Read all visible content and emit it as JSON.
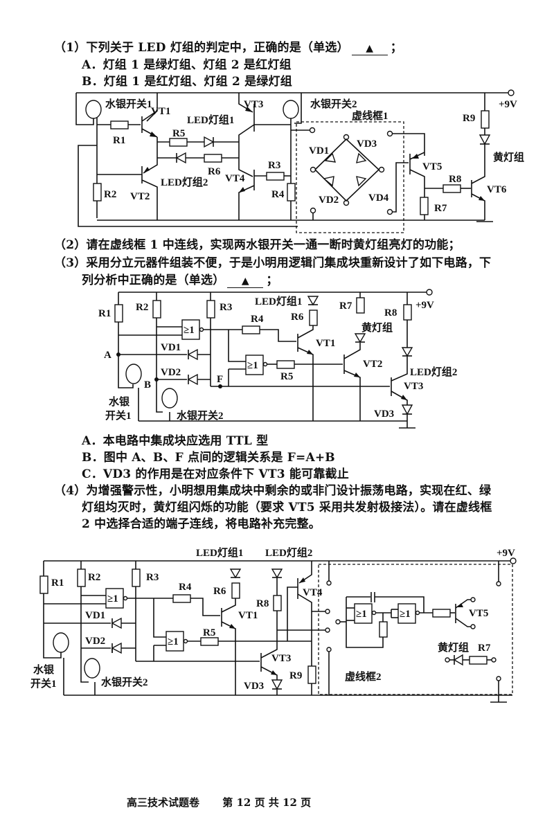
{
  "q1": {
    "stem": "（1）下列关于 LED 灯组的判定中，正确的是（单选）",
    "answer_mark": "▲",
    "end": "；",
    "options": [
      "A．灯组 1 是绿灯组、灯组 2 是红灯组",
      "B．灯组 1 是红灯组、灯组 2 是绿灯组"
    ]
  },
  "circuit1": {
    "labels": {
      "switch1": "水银开关1",
      "switch2": "水银开关2",
      "dashbox": "虚线框1",
      "vcc": "+9V",
      "led1": "LED灯组1",
      "led2": "LED灯组2",
      "yellow": "黄灯组",
      "R1": "R1",
      "R2": "R2",
      "R3": "R3",
      "R4": "R4",
      "R5": "R5",
      "R6": "R6",
      "R7": "R7",
      "R8": "R8",
      "R9": "R9",
      "VT1": "VT1",
      "VT2": "VT2",
      "VT3": "VT3",
      "VT4": "VT4",
      "VT5": "VT5",
      "VT6": "VT6",
      "VD1": "VD1",
      "VD2": "VD2",
      "VD3": "VD3",
      "VD4": "VD4"
    }
  },
  "q2": {
    "text": "（2）请在虚线框 1 中连线，实现两水银开关一通一断时黄灯组亮灯的功能；"
  },
  "q3": {
    "stem_line1": "（3）采用分立元器件组装不便，于是小明用逻辑门集成块重新设计了如下电路，下",
    "stem_line2": "列分析中正确的是（单选）",
    "answer_mark": "▲",
    "end": "；",
    "options": [
      "A．本电路中集成块应选用 TTL 型",
      "B．图中 A、B、F 点间的逻辑关系是 F=A+B",
      "C．VD3 的作用是在对应条件下 VT3 能可靠截止"
    ]
  },
  "circuit2": {
    "labels": {
      "R1": "R1",
      "R2": "R2",
      "R3": "R3",
      "R4": "R4",
      "R5": "R5",
      "R6": "R6",
      "R7": "R7",
      "R8": "R8",
      "gate": "≥1",
      "VD1": "VD1",
      "VD2": "VD2",
      "VD3": "VD3",
      "VT1": "VT1",
      "VT2": "VT2",
      "VT3": "VT3",
      "A": "A",
      "B": "B",
      "F": "F",
      "led1": "LED灯组1",
      "led2": "LED灯组2",
      "yellow": "黄灯组",
      "vcc": "+9V",
      "switch1_a": "水银",
      "switch1_b": "开关1",
      "switch2": "水银开关2"
    }
  },
  "q4": {
    "line1": "（4）为增强警示性，小明想用集成块中剩余的或非门设计振荡电路，实现在红、绿",
    "line2": "灯组均灭时，黄灯组闪烁的功能（要求 VT5 采用共发射极接法）。请在虚线框",
    "line3": "2 中选择合适的端子连线，将电路补充完整。"
  },
  "circuit3": {
    "labels": {
      "R1": "R1",
      "R2": "R2",
      "R3": "R3",
      "R4": "R4",
      "R5": "R5",
      "R6": "R6",
      "R7": "R7",
      "R8": "R8",
      "R9": "R9",
      "gate": "≥1",
      "VD1": "VD1",
      "VD2": "VD2",
      "VD3": "VD3",
      "VT1": "VT1",
      "VT3": "VT3",
      "VT4": "VT4",
      "VT5": "VT5",
      "led1": "LED灯组1",
      "led2": "LED灯组2",
      "yellow": "黄灯组",
      "vcc": "+9V",
      "dashbox": "虚线框2",
      "switch1_a": "水银",
      "switch1_b": "开关1",
      "switch2": "水银开关2"
    }
  },
  "footer": {
    "title": "高三技术试题卷",
    "page": "第 12 页 共 12 页"
  }
}
